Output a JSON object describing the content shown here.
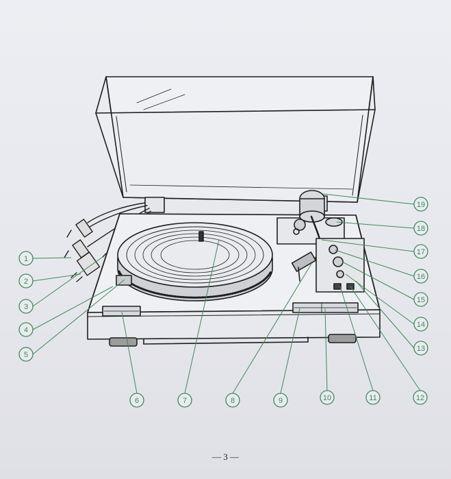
{
  "page_number": "— 3 —",
  "accent_color": "#3f8a55",
  "line_color": "#1e1e1e",
  "callouts": [
    {
      "id": 1,
      "label": "1"
    },
    {
      "id": 2,
      "label": "2"
    },
    {
      "id": 3,
      "label": "3"
    },
    {
      "id": 4,
      "label": "4"
    },
    {
      "id": 5,
      "label": "5"
    },
    {
      "id": 6,
      "label": "6"
    },
    {
      "id": 7,
      "label": "7"
    },
    {
      "id": 8,
      "label": "8"
    },
    {
      "id": 9,
      "label": "9"
    },
    {
      "id": 10,
      "label": "10"
    },
    {
      "id": 11,
      "label": "11"
    },
    {
      "id": 12,
      "label": "12"
    },
    {
      "id": 13,
      "label": "13"
    },
    {
      "id": 14,
      "label": "14"
    },
    {
      "id": 15,
      "label": "15"
    },
    {
      "id": 16,
      "label": "16"
    },
    {
      "id": 17,
      "label": "17"
    },
    {
      "id": 18,
      "label": "18"
    },
    {
      "id": 19,
      "label": "19"
    }
  ]
}
